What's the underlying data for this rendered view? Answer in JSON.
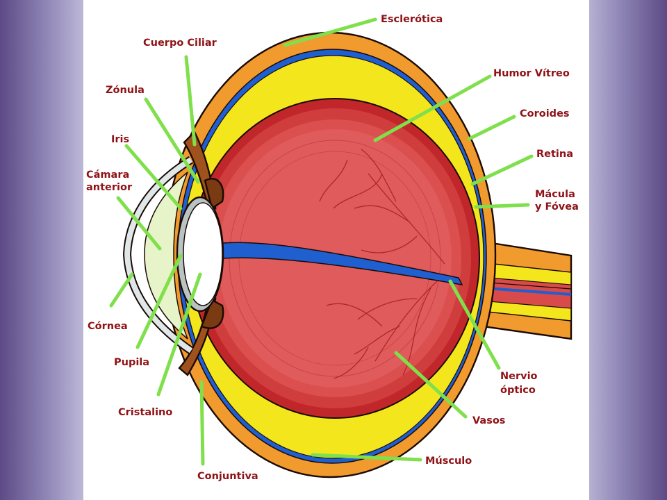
{
  "colors": {
    "background_purple": "#5d4a86",
    "sclera_orange": "#f19a2e",
    "vitreous_red": "#e05b5b",
    "choroid_blue": "#1f5fcf",
    "retina_yellow": "#f4e61d",
    "label_text": "#8f1216",
    "leader_line_green": "#7fe04c"
  },
  "labels": {
    "esclerotica": "Esclerótica",
    "cuerpo_ciliar": "Cuerpo Ciliar",
    "zonula": "Zónula",
    "iris": "Iris",
    "camara_anterior_1": "Cámara",
    "camara_anterior_2": "anterior",
    "cornea": "Córnea",
    "pupila": "Pupila",
    "cristalino": "Cristalino",
    "conjuntiva": "Conjuntiva",
    "humor_vitreo": "Humor Vítreo",
    "coroides": "Coroides",
    "retina": "Retina",
    "macula_1": "Mácula",
    "macula_2": "y Fóvea",
    "nervio_optico_1": "Nervio",
    "nervio_optico_2": "óptico",
    "vasos": "Vasos",
    "musculo": "Músculo"
  }
}
